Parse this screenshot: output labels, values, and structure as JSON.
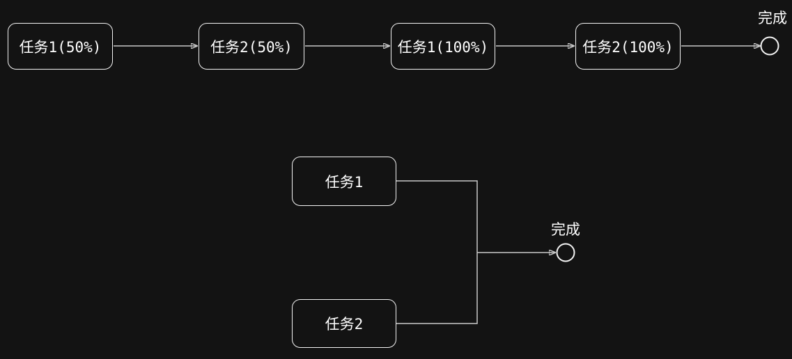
{
  "colors": {
    "background": "#131313",
    "edge": "#c9c9c9",
    "node_border": "#f5f5f5",
    "text": "#ffffff"
  },
  "flow_top": {
    "nodes": [
      {
        "label": "任务1(50%)"
      },
      {
        "label": "任务2(50%)"
      },
      {
        "label": "任务1(100%)"
      },
      {
        "label": "任务2(100%)"
      }
    ],
    "end_label": "完成"
  },
  "flow_bottom": {
    "nodes": [
      {
        "label": "任务1"
      },
      {
        "label": "任务2"
      }
    ],
    "end_label": "完成"
  }
}
